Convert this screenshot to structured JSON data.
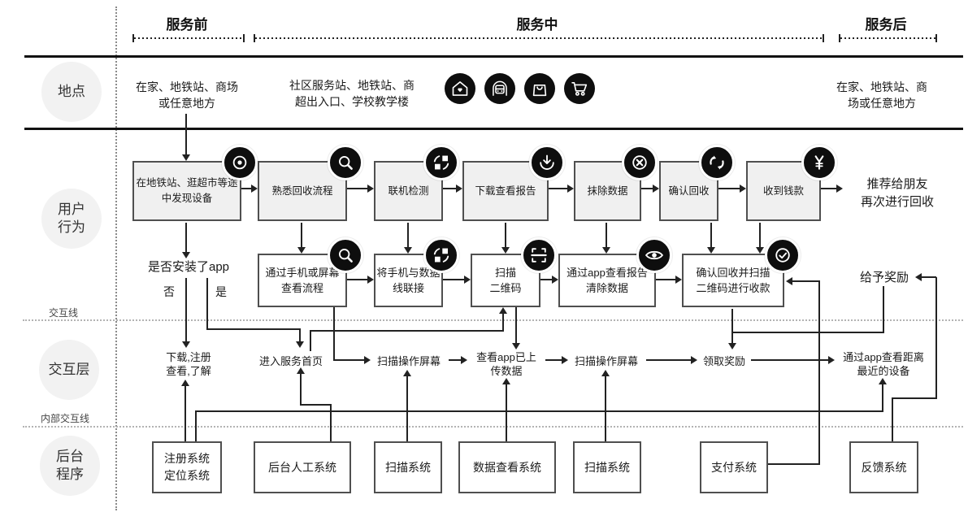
{
  "phases": {
    "before": "服务前",
    "during": "服务中",
    "after": "服务后"
  },
  "lanes": {
    "location": "地点",
    "user_behavior": "用户\n行为",
    "interaction": "交互层",
    "backend": "后台\n程序"
  },
  "dividers": {
    "interaction_line": "交互线",
    "internal_interaction_line": "内部交互线"
  },
  "location_row": {
    "before": "在家、地铁站、商场\n或任意地方",
    "during": "社区服务站、地铁站、商\n超出入口、学校教学楼",
    "during_icons": [
      "house-heart",
      "metro",
      "shopping-bag",
      "shopping-cart"
    ],
    "after": "在家、地铁站、商\n场或任意地方"
  },
  "behavior": {
    "row1": [
      {
        "label": "在地铁站、逛超市等途\n中发现设备",
        "icon": "target"
      },
      {
        "label": "熟悉回收流程",
        "icon": "magnifier"
      },
      {
        "label": "联机检测",
        "icon": "sync"
      },
      {
        "label": "下载查看报告",
        "icon": "download"
      },
      {
        "label": "抹除数据",
        "icon": "erase"
      },
      {
        "label": "确认回收",
        "icon": "recycle"
      },
      {
        "label": "收到钱款",
        "icon": "yen"
      }
    ],
    "referral": "推荐给朋友\n再次进行回收",
    "question": "是否安装了app",
    "branch_no": "否",
    "branch_yes": "是",
    "row2": [
      {
        "label": "通过手机或屏幕\n查看流程",
        "icon": "magnifier"
      },
      {
        "label": "将手机与数据\n线联接",
        "icon": "sync"
      },
      {
        "label": "扫描\n二维码",
        "icon": "qr-scan"
      },
      {
        "label": "通过app查看报告\n清除数据",
        "icon": "eye"
      },
      {
        "label": "确认回收并扫描\n二维码进行收款",
        "icon": "check"
      }
    ],
    "reward_given": "给予奖励"
  },
  "interaction": {
    "items": [
      "下载,注册\n查看,了解",
      "进入服务首页",
      "扫描操作屏幕",
      "查看app已上\n传数据",
      "扫描操作屏幕",
      "领取奖励",
      "通过app查看距离\n最近的设备"
    ]
  },
  "backend": {
    "systems": [
      "注册系统\n定位系统",
      "后台人工系统",
      "扫描系统",
      "数据查看系统",
      "扫描系统",
      "支付系统",
      "反馈系统"
    ]
  },
  "colors": {
    "line": "#222222",
    "thick_line": "#111111",
    "box_fill": "#f0f0f0",
    "lane_circle_fill": "#f2f2f2",
    "icon_bg": "#0e0e0e"
  }
}
